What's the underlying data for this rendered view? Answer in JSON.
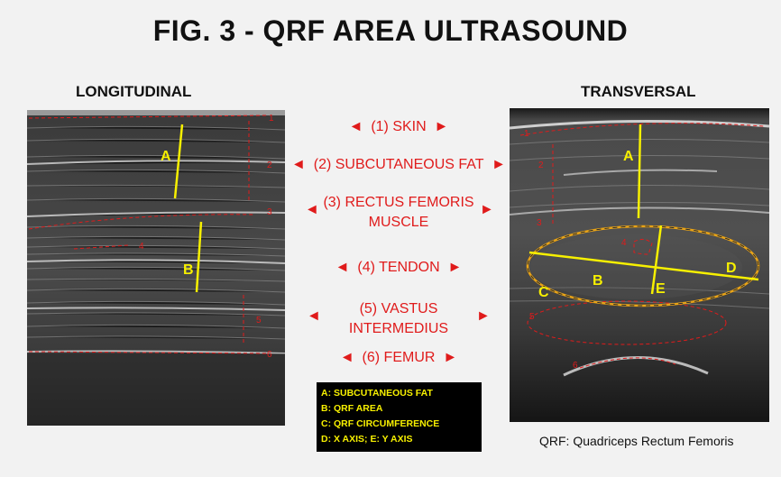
{
  "figure": {
    "title": "FIG. 3 - QRF AREA ULTRASOUND",
    "left_view_label": "LONGITUDINAL",
    "right_view_label": "TRANSVERSAL",
    "structure_labels": [
      "◄  (1) SKIN  ►",
      "◄  (2) SUBCUTANEOUS FAT  ►",
      "(3) RECTUS FEMORIS\nMUSCLE",
      "◄  (4) TENDON  ►",
      "(5) VASTUS\nINTERMEDIUS",
      "◄  (6) FEMUR  ►"
    ],
    "legend": [
      "A: SUBCUTANEOUS FAT",
      "B: QRF AREA",
      "C: QRF CIRCUMFERENCE",
      "D: X AXIS; E: Y AXIS"
    ],
    "footnote": "QRF: Quadriceps Rectum Femoris",
    "longitudinal_markers": {
      "A": "A",
      "B": "B",
      "n1": "1",
      "n2": "2",
      "n3": "3",
      "n4": "4",
      "n5": "5",
      "n6": "6"
    },
    "transversal_markers": {
      "A": "A",
      "B": "B",
      "C": "C",
      "D": "D",
      "E": "E",
      "n1": "1",
      "n2": "2",
      "n3": "3",
      "n4": "4",
      "n5": "5",
      "n6": "6"
    },
    "colors": {
      "annotation_red": "#e01b1b",
      "measure_yellow": "#f7f000",
      "area_orange": "#e8a317",
      "background": "#f2f2f2"
    }
  }
}
